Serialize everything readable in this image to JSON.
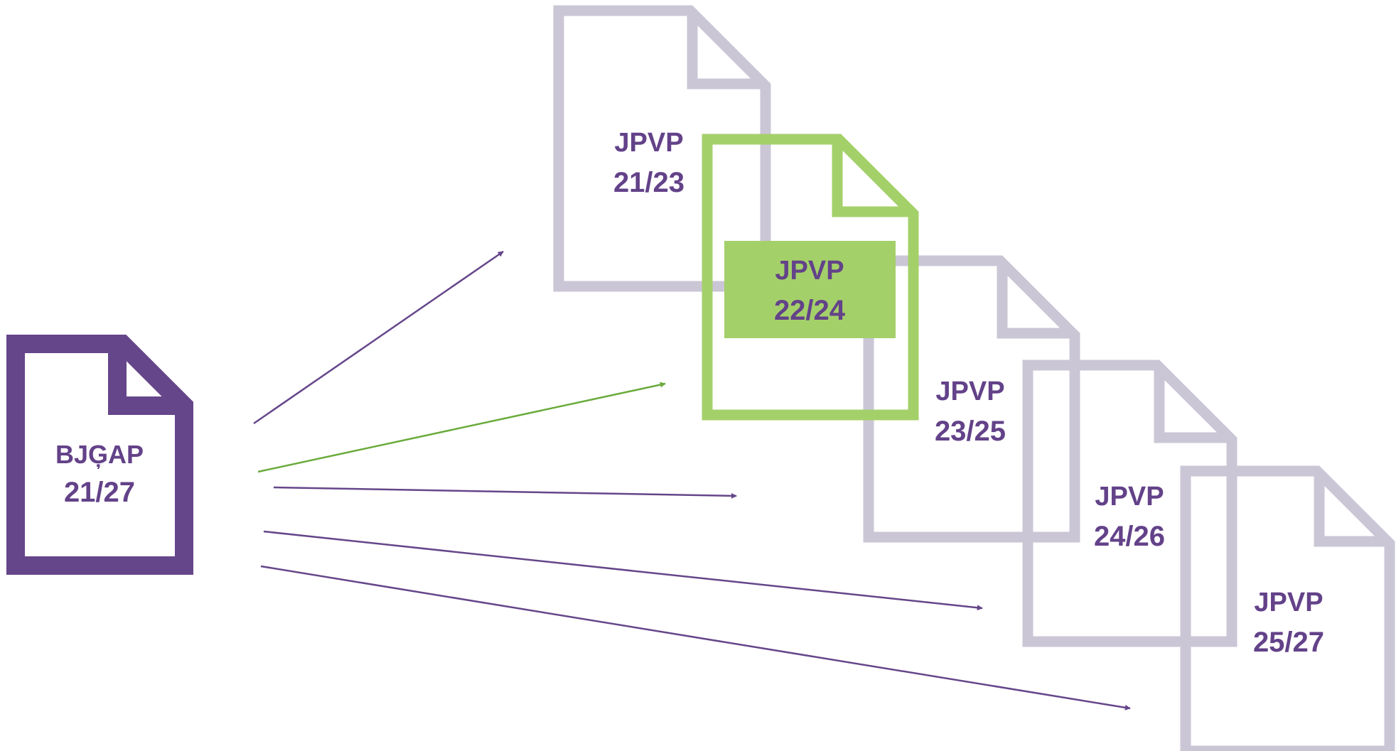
{
  "colors": {
    "purple": "#65468a",
    "lavender": "#cbc6d6",
    "green": "#a4d06a",
    "arrow_green": "#6aab3c",
    "text_purple": "#634289",
    "background": "#ffffff"
  },
  "source_doc": {
    "line1": "BJĢAP",
    "line2": "21/27",
    "icon": "document-icon"
  },
  "documents": [
    {
      "line1": "JPVP",
      "line2": "21/23",
      "highlight": false,
      "icon": "document-icon"
    },
    {
      "line1": "JPVP",
      "line2": "22/24",
      "highlight": true,
      "icon": "document-icon"
    },
    {
      "line1": "JPVP",
      "line2": "23/25",
      "highlight": false,
      "icon": "document-icon"
    },
    {
      "line1": "JPVP",
      "line2": "24/26",
      "highlight": false,
      "icon": "document-icon"
    },
    {
      "line1": "JPVP",
      "line2": "25/27",
      "highlight": false,
      "icon": "document-icon"
    }
  ],
  "arrows": [
    {
      "target": "21/23",
      "color": "purple"
    },
    {
      "target": "22/24",
      "color": "green"
    },
    {
      "target": "23/25",
      "color": "purple"
    },
    {
      "target": "24/26",
      "color": "purple"
    },
    {
      "target": "25/27",
      "color": "purple"
    }
  ]
}
